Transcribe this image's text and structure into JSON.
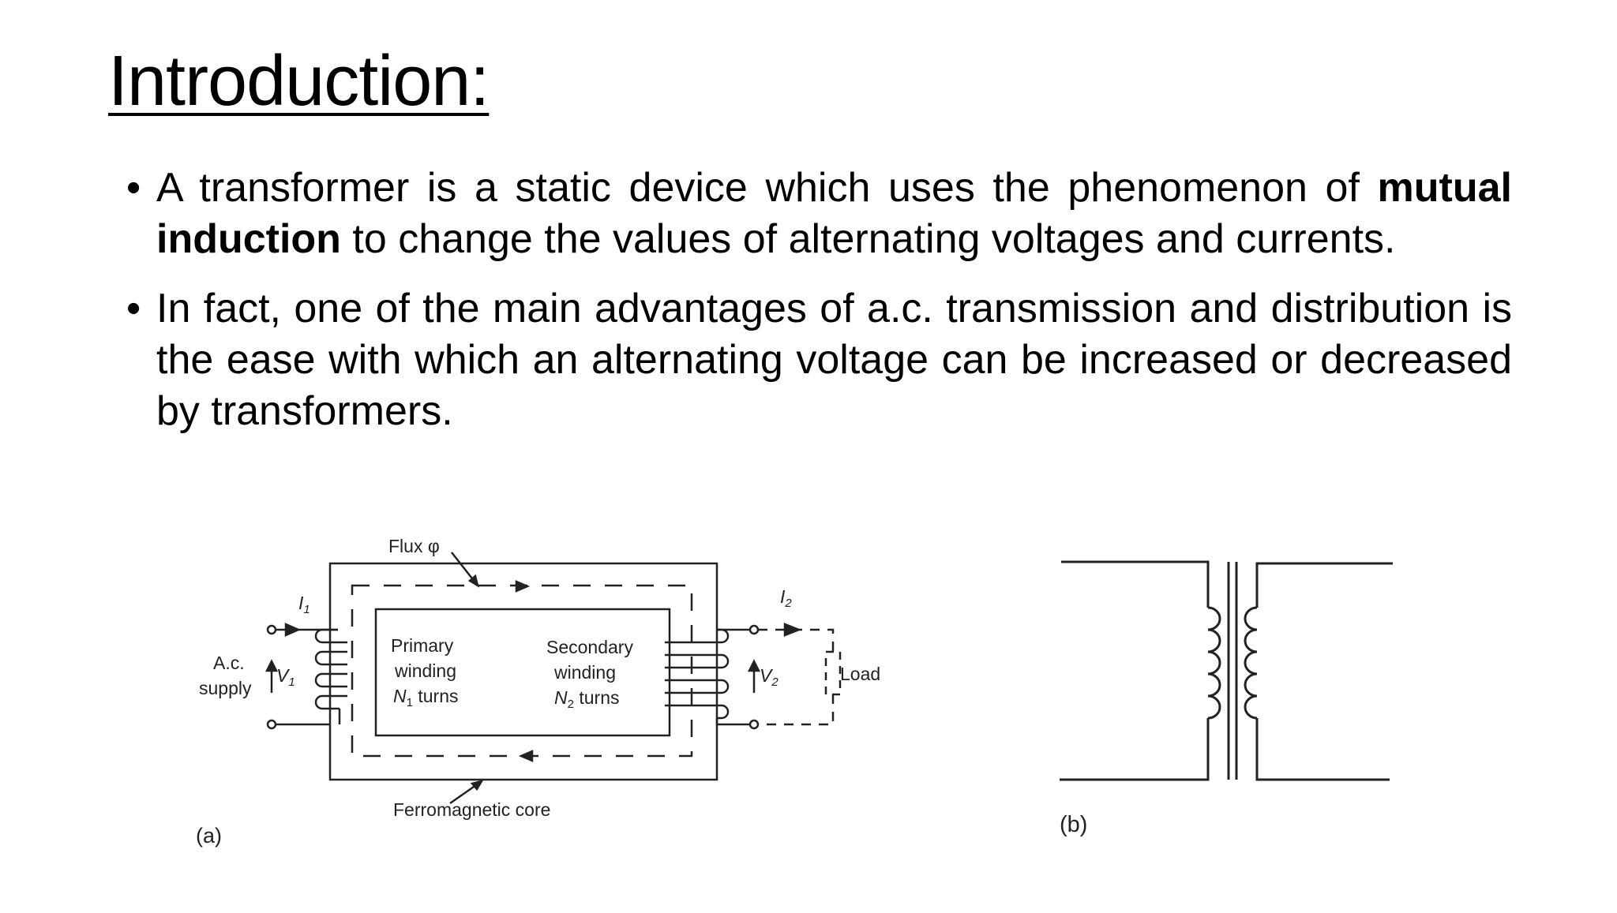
{
  "slide": {
    "title": "Introduction:",
    "bullet_marker": "•",
    "bullets": [
      {
        "part1": "A transformer is a static device which uses the phenomenon of",
        "bold": "mutual induction",
        "part2": " to change the values of alternating voltages and currents."
      },
      {
        "text": "In fact, one of the main advantages of a.c. transmission and distribution is the ease with which an alternating voltage can be increased or decreased by transformers."
      }
    ]
  },
  "figure_a": {
    "flux": "Flux φ",
    "i1": "I",
    "i1_sub": "1",
    "i2": "I",
    "i2_sub": "2",
    "ac": "A.c.",
    "supply": "supply",
    "v1": "V",
    "v1_sub": "1",
    "v2": "V",
    "v2_sub": "2",
    "primary_1": "Primary",
    "primary_2": "winding",
    "primary_3a": "N",
    "primary_3sub": "1",
    "primary_3b": " turns",
    "secondary_1": "Secondary",
    "secondary_2": "winding",
    "secondary_3a": "N",
    "secondary_3sub": "2",
    "secondary_3b": "  turns",
    "load": "Load",
    "core": "Ferromagnetic core",
    "caption": "(a)"
  },
  "figure_b": {
    "caption": "(b)"
  }
}
